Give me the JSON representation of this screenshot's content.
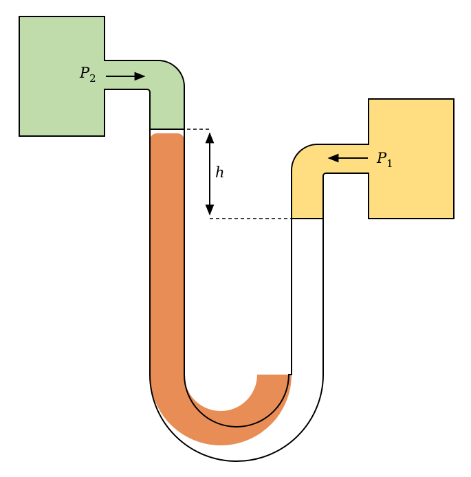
{
  "labels": {
    "p2": "P",
    "p2_sub": "2",
    "p1": "P",
    "p1_sub": "1",
    "h": "h"
  },
  "colors": {
    "green_fluid": "#bfdcaa",
    "yellow_fluid": "#fede80",
    "manometer_fluid": "#e88d55",
    "outline": "#000000"
  }
}
